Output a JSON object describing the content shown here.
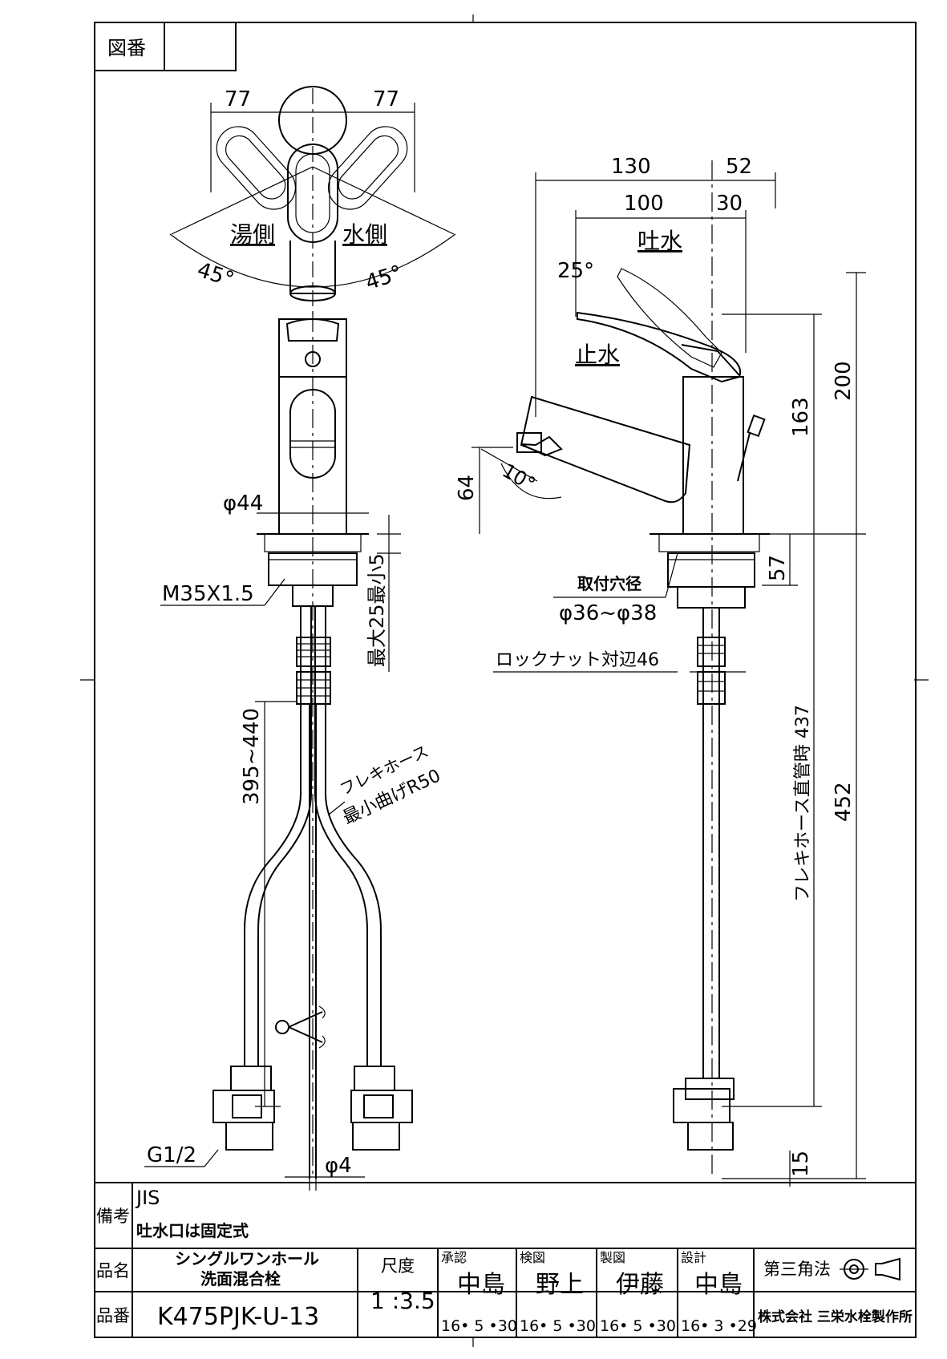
{
  "drawing_no_label": "図番",
  "top_view": {
    "dim_left": "77",
    "dim_right": "77",
    "hot_label": "湯側",
    "cold_label": "水側",
    "angle_left": "45°",
    "angle_right": "45°"
  },
  "front_view": {
    "diameter": "φ44",
    "thread": "M35X1.5",
    "max_thickness": "最大25最小5",
    "length_range": "395~440",
    "hose_label": "フレキホース",
    "bend_label": "最小曲げR50",
    "connection": "G1/2",
    "rod_diameter": "φ4"
  },
  "side_view": {
    "dim_130": "130",
    "dim_52": "52",
    "dim_100": "100",
    "dim_30": "30",
    "water_on": "吐水",
    "water_off": "止水",
    "angle_25": "25°",
    "angle_10": "10°",
    "dim_64": "64",
    "dim_163": "163",
    "dim_200": "200",
    "dim_57": "57",
    "hole_label": "取付穴径",
    "hole_range": "φ36~φ38",
    "locknut": "ロックナット対辺46",
    "hose_straight": "フレキホース直管時 437",
    "dim_452": "452",
    "dim_15": "15"
  },
  "title_block": {
    "remarks_label": "備考",
    "remark_1": "JIS",
    "remark_2": "吐水口は固定式",
    "product_name_label": "品名",
    "product_name_1": "シングルワンホール",
    "product_name_2": "洗面混合栓",
    "product_no_label": "品番",
    "product_no": "K475PJK-U-13",
    "scale_label": "尺度",
    "scale": "1 :3.5",
    "approve_label": "承認",
    "approve_name": "中島",
    "approve_date": "16• 5 •30",
    "check_label": "検図",
    "check_name": "野上",
    "check_date": "16• 5 •30",
    "draw_label": "製図",
    "draw_name": "伊藤",
    "draw_date": "16• 5 •30",
    "design_label": "設計",
    "design_name": "中島",
    "design_date": "16• 3 •29",
    "projection": "第三角法",
    "company": "株式会社 三栄水栓製作所"
  }
}
